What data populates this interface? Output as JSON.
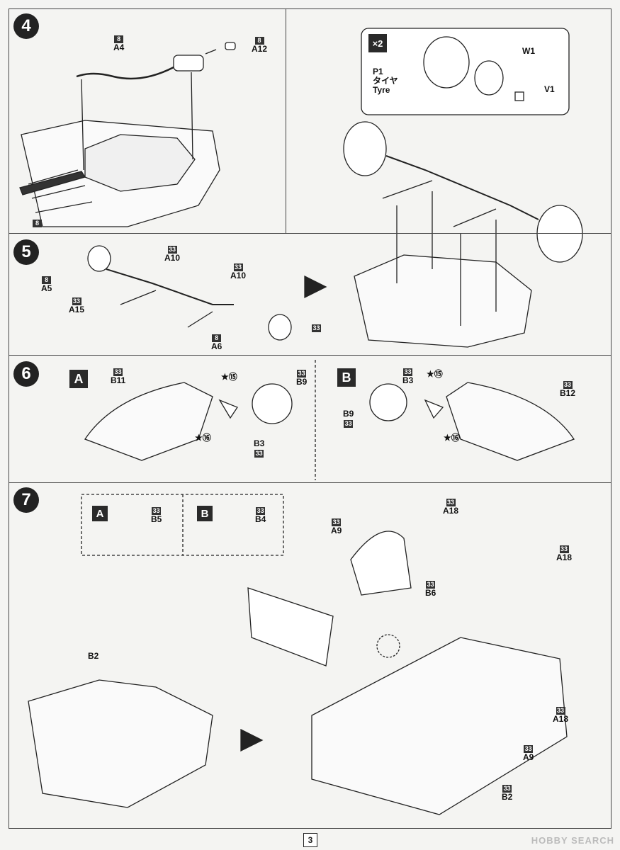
{
  "steps": {
    "s4": {
      "number": "4",
      "labels": {
        "a4_group": "8",
        "a4": "A4",
        "a12_group": "8",
        "a12": "A12",
        "bottom_group": "8"
      }
    },
    "s4r": {
      "multiplier": "×2",
      "p1": "P1",
      "p1_jp": "タイヤ",
      "p1_en": "Tyre",
      "w1": "W1",
      "v1": "V1"
    },
    "s5": {
      "number": "5",
      "labels": {
        "a10_top_group": "33",
        "a10_top": "A10",
        "a5_group": "8",
        "a5": "A5",
        "a15_group": "33",
        "a15": "A15",
        "a10_mid_group": "33",
        "a10_mid": "A10",
        "a6_group": "8",
        "a6": "A6",
        "paint_group": "33"
      }
    },
    "s6": {
      "number": "6",
      "variant_a": "A",
      "variant_b": "B",
      "left": {
        "b11_group": "33",
        "b11": "B11",
        "b9_group": "33",
        "b9": "B9",
        "star15": "⑮",
        "star16": "⑯",
        "b3": "B3",
        "b3_group": "33"
      },
      "right": {
        "b3_group": "33",
        "b3": "B3",
        "star15": "⑮",
        "b12_group": "33",
        "b12": "B12",
        "b9": "B9",
        "b9_group": "33",
        "star16": "⑯"
      }
    },
    "s7": {
      "number": "7",
      "variant_a": "A",
      "variant_b": "B",
      "b5_group": "33",
      "b5": "B5",
      "b4_group": "33",
      "b4": "B4",
      "b2_top": "B2",
      "a18_top_group": "33",
      "a18_top": "A18",
      "a9_top_group": "33",
      "a9_top": "A9",
      "a18_right_group": "33",
      "a18_right": "A18",
      "b6_group": "33",
      "b6": "B6",
      "a18_low_group": "33",
      "a18_low": "A18",
      "a9_low_group": "33",
      "a9_low": "A9",
      "b2_low_group": "33",
      "b2_low": "B2"
    }
  },
  "page_number": "3",
  "watermark": "HOBBY SEARCH"
}
